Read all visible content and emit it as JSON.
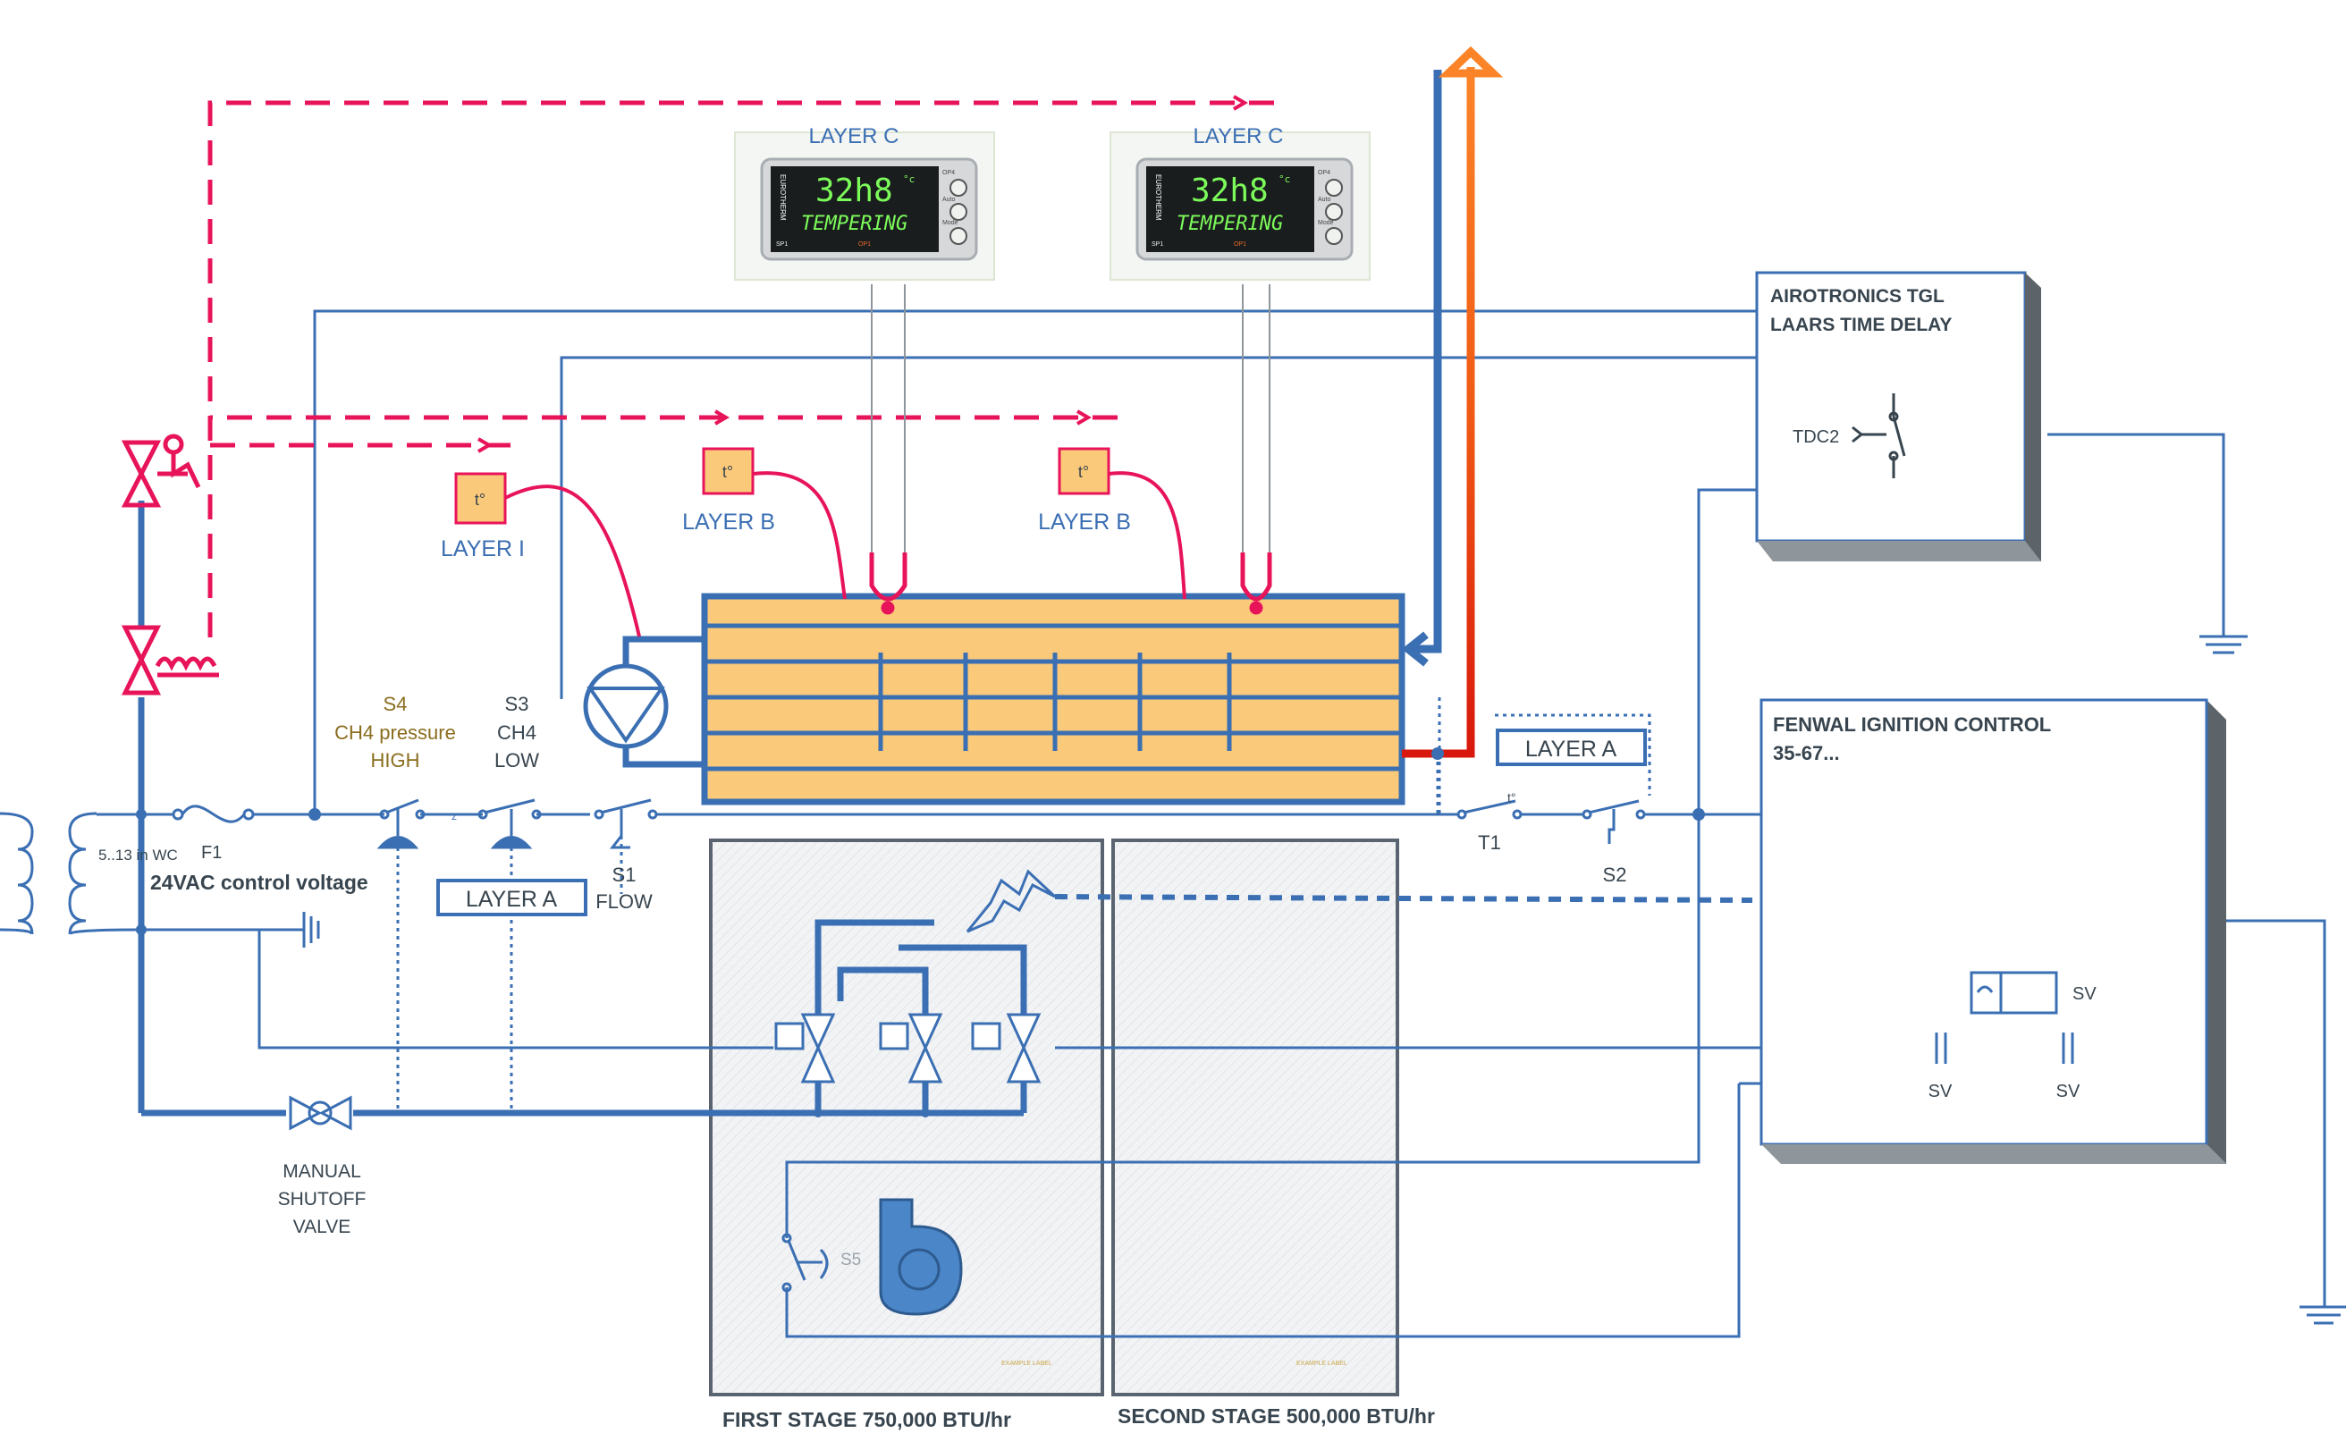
{
  "controllers": [
    {
      "layer_label": "LAYER C",
      "display_top": "32h8",
      "display_unit": "°c",
      "display_bottom": "TEMPERING",
      "brand": "EUROTHERM",
      "indicators": [
        "SP1",
        "OP1"
      ],
      "button_labels": [
        "OP4",
        "Auto",
        "Mode"
      ]
    },
    {
      "layer_label": "LAYER C",
      "display_top": "32h8",
      "display_unit": "°c",
      "display_bottom": "TEMPERING",
      "brand": "EUROTHERM",
      "indicators": [
        "SP1",
        "OP1"
      ],
      "button_labels": [
        "OP4",
        "Auto",
        "Mode"
      ]
    }
  ],
  "sensors": [
    {
      "symbol": "t°",
      "layer_label": "LAYER I"
    },
    {
      "symbol": "t°",
      "layer_label": "LAYER B"
    },
    {
      "symbol": "t°",
      "layer_label": "LAYER B"
    }
  ],
  "switches": {
    "s4": {
      "id": "S4",
      "line1": "CH4 pressure",
      "line2": "HIGH"
    },
    "s3": {
      "id": "S3",
      "line1": "CH4",
      "line2": "LOW"
    },
    "s1": {
      "id": "S1",
      "line1": "FLOW"
    },
    "t1": {
      "id": "T1",
      "mark": "t°"
    },
    "s2": {
      "id": "S2"
    },
    "s5": {
      "id": "S5"
    }
  },
  "layer_a_boxes": [
    "LAYER  A",
    "LAYER  A"
  ],
  "power": {
    "fuse": "F1",
    "pressure_range": "5..13 in WC",
    "control_voltage": "24VAC control voltage"
  },
  "manual_valve": [
    "MANUAL",
    "SHUTOFF",
    "VALVE"
  ],
  "airotronics": {
    "line1": "AIROTRONICS TGL",
    "line2": "LAARS  TIME DELAY",
    "relay": "TDC2"
  },
  "fenwal": {
    "line1": "FENWAL IGNITION CONTROL",
    "line2": "35-67...",
    "sv_labels": [
      "SV",
      "SV",
      "SV"
    ]
  },
  "stages": [
    {
      "label": "FIRST STAGE  750,000 BTU/hr"
    },
    {
      "label": "SECOND STAGE  500,000 BTU/hr"
    }
  ],
  "colors": {
    "wire": "#3b6fb3",
    "safety": "#e8145a",
    "hot_pipe": "#f07020",
    "tank_fill": "#fbc97a",
    "text_blue": "#3b6fb3",
    "text_dark": "#38454f",
    "text_gold": "#8a6d1f"
  },
  "icons": [
    "thermometer-box-icon",
    "pump-icon",
    "gas-valve-icon",
    "spark-igniter-icon",
    "blower-fan-icon",
    "ground-icon",
    "transformer-icon",
    "fuse-icon",
    "solenoid-coil-icon",
    "capacitor-icon"
  ]
}
